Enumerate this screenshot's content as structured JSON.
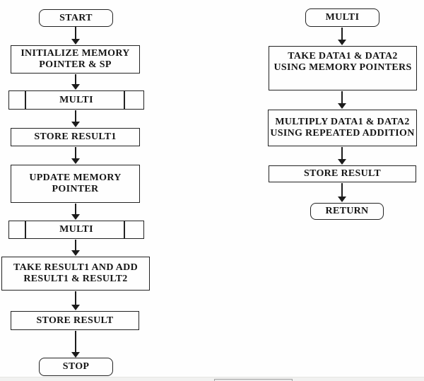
{
  "left_flow": {
    "start": "START",
    "init": [
      "INITIALIZE MEMORY",
      "POINTER & SP"
    ],
    "multi1": "MULTI",
    "store1": "STORE RESULT1",
    "update": [
      "UPDATE MEMORY",
      "POINTER"
    ],
    "multi2": "MULTI",
    "take": [
      "TAKE RESULT1 AND ADD",
      "RESULT1 & RESULT2"
    ],
    "store": "STORE RESULT",
    "stop": "STOP"
  },
  "right_flow": {
    "multi": "MULTI",
    "take": [
      "TAKE DATA1 & DATA2",
      "USING MEMORY POINTERS"
    ],
    "multiply": [
      "MULTIPLY DATA1 & DATA2",
      "USING REPEATED ADDITION"
    ],
    "store": "STORE RESULT",
    "ret": "RETURN"
  },
  "colors": {
    "ink": "#1c1c1c",
    "node_border": "#222222",
    "background": "#fefefe",
    "scroll_track": "#f1f1f0",
    "scroll_thumb_border": "#a3a3a3"
  }
}
